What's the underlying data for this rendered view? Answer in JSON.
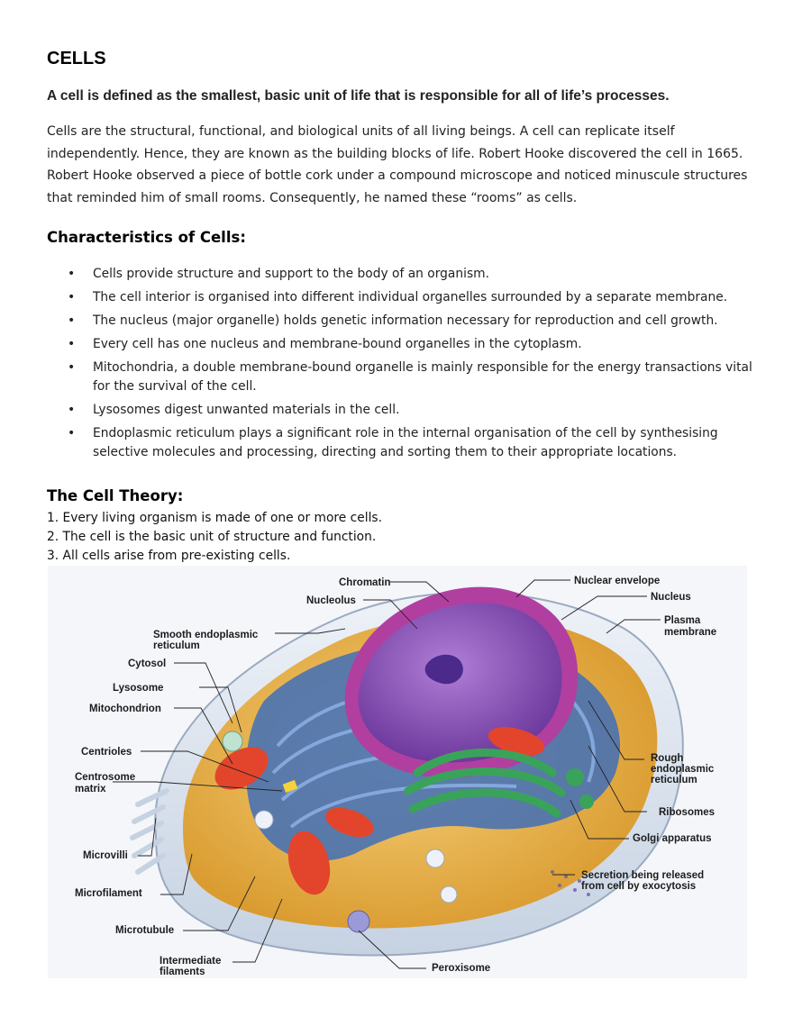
{
  "title": "CELLS",
  "lead": "A cell is defined as the smallest, basic unit of life that is responsible for all of life’s processes.",
  "intro": "Cells are the structural, functional, and biological units of all living beings. A cell can replicate itself independently. Hence, they are known as the building blocks of life. Robert Hooke discovered the cell in 1665. Robert Hooke observed a piece of bottle cork under a compound microscope and noticed minuscule structures that reminded him of small rooms. Consequently, he named these “rooms” as cells.",
  "characteristics": {
    "heading": "Characteristics of Cells:",
    "bullet": "•",
    "items": [
      "Cells provide structure and support to the body of an organism.",
      "The cell interior is organised into different individual organelles surrounded by a separate membrane.",
      "The nucleus (major organelle) holds genetic information necessary for reproduction and cell growth.",
      "Every cell has one nucleus and membrane-bound organelles in the cytoplasm.",
      "Mitochondria, a double membrane-bound organelle is mainly responsible for the energy transactions vital for the survival of the cell.",
      "Lysosomes digest unwanted materials in the cell.",
      "Endoplasmic reticulum plays a significant role in the internal organisation of the cell by synthesising selective molecules and processing, directing and sorting them to their appropriate locations."
    ]
  },
  "cell_theory": {
    "heading": "The Cell Theory:",
    "items": [
      "1. Every living organism is made of one or more cells.",
      "2. The cell is the basic unit of structure and function.",
      "3. All cells arise from pre-existing cells."
    ]
  },
  "diagram": {
    "labels": {
      "chromatin": "Chromatin",
      "nucleolus": "Nucleolus",
      "nuclear_envelope": "Nuclear envelope",
      "nucleus": "Nucleus",
      "plasma_membrane_1": "Plasma",
      "plasma_membrane_2": "membrane",
      "smooth_er_1": "Smooth endoplasmic",
      "smooth_er_2": "reticulum",
      "cytosol": "Cytosol",
      "lysosome": "Lysosome",
      "mitochondrion": "Mitochondrion",
      "centrioles": "Centrioles",
      "centrosome_1": "Centrosome",
      "centrosome_2": "matrix",
      "rough_er_1": "Rough",
      "rough_er_2": "endoplasmic",
      "rough_er_3": "reticulum",
      "ribosomes": "Ribosomes",
      "golgi": "Golgi apparatus",
      "microvilli": "Microvilli",
      "microfilament": "Microfilament",
      "secretion_1": "Secretion being released",
      "secretion_2": "from cell by exocytosis",
      "microtubule": "Microtubule",
      "intermediate_1": "Intermediate",
      "intermediate_2": "filaments",
      "peroxisome": "Peroxisome"
    },
    "colors": {
      "cytoplasm": "#e9b24a",
      "er": "#3f6fb8",
      "nucleus": "#8a4fb8",
      "nuclear_envelope": "#b13fa0",
      "mitochondria": "#e2452c",
      "golgi": "#3aa35a",
      "membrane": "#cfd9e6"
    }
  }
}
